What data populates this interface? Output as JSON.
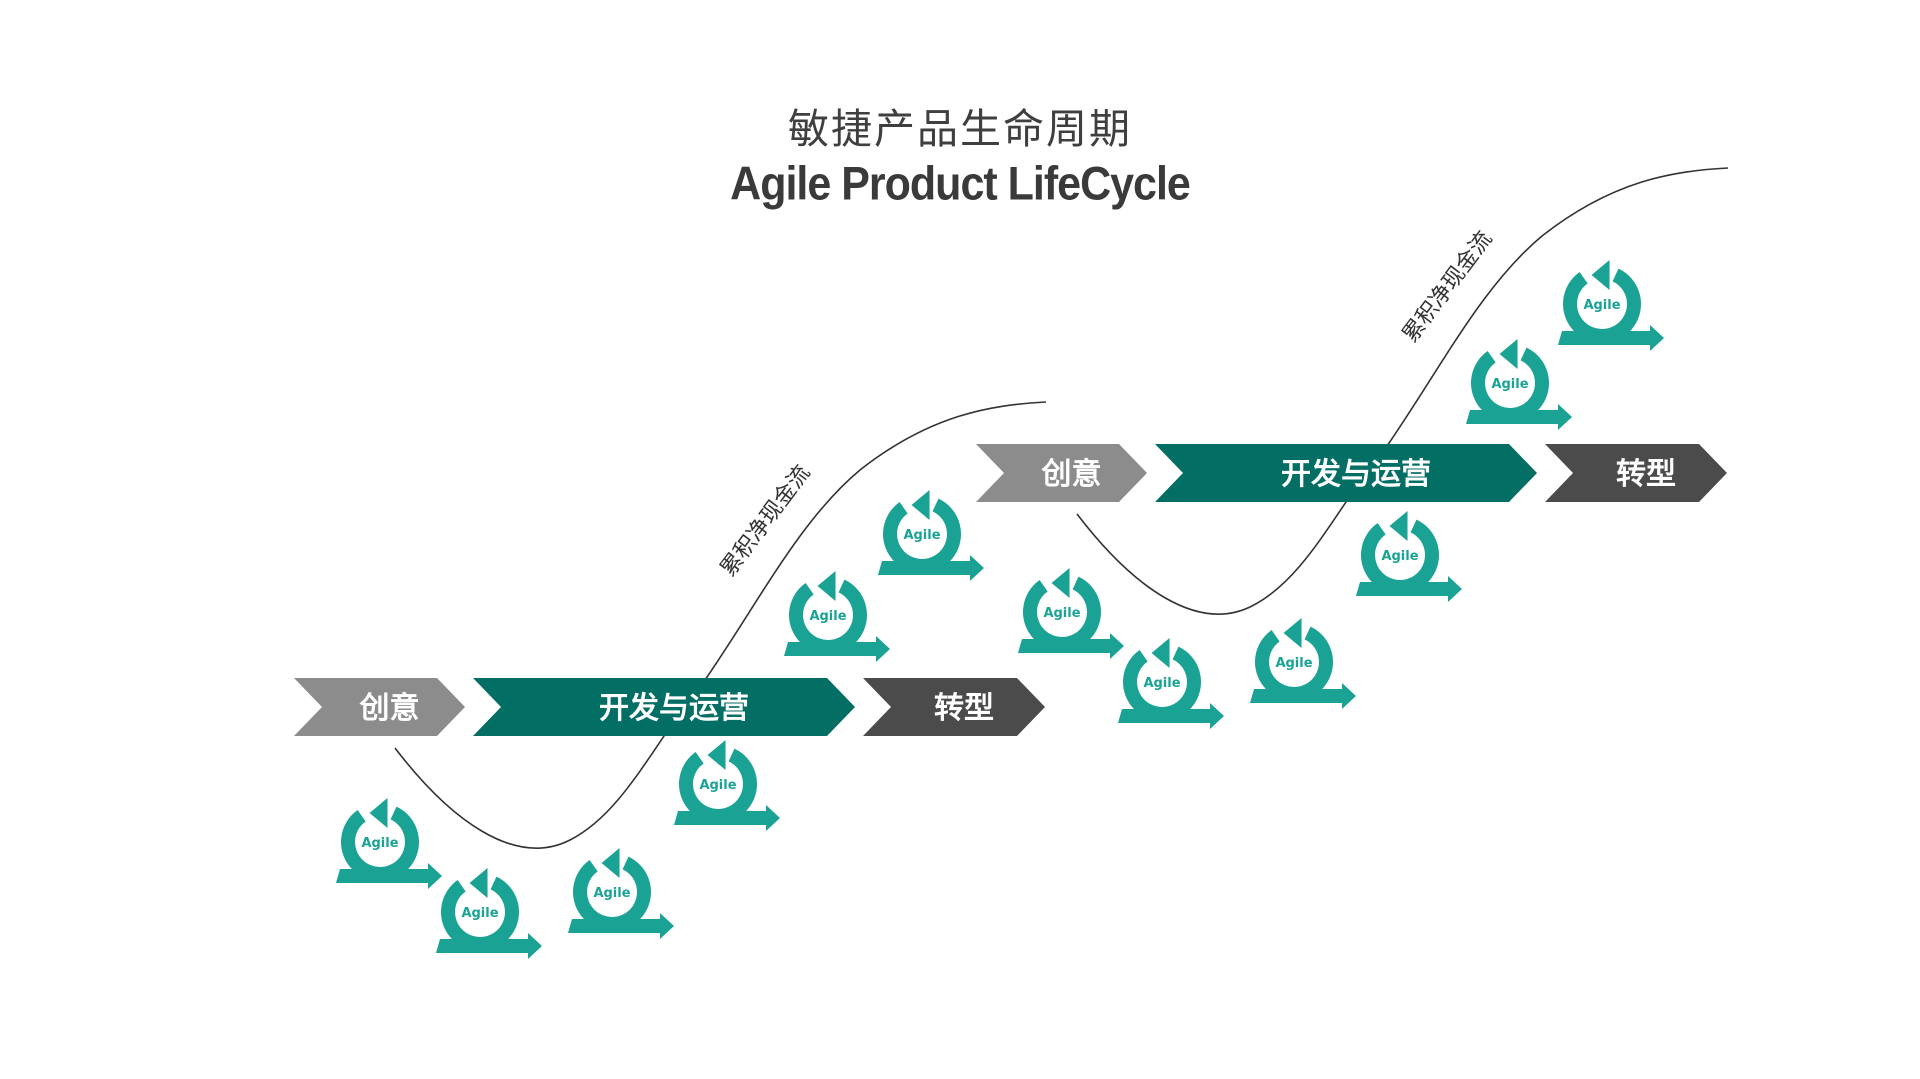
{
  "title": {
    "cn": "敏捷产品生命周期",
    "en": "Agile Product LifeCycle"
  },
  "colors": {
    "idea": "#8c8c8c",
    "dev": "#036e64",
    "transform": "#4b4b4b",
    "agile": "#1aa394",
    "curve": "#333333",
    "title": "#3f3f3f"
  },
  "cycles": [
    {
      "stages": [
        "创意",
        "开发与运营",
        "转型"
      ],
      "curve_label": "累积净现金流",
      "agile_labels": [
        "Agile",
        "Agile",
        "Agile",
        "Agile",
        "Agile",
        "Agile"
      ]
    },
    {
      "stages": [
        "创意",
        "开发与运营",
        "转型"
      ],
      "curve_label": "累积净现金流",
      "agile_labels": [
        "Agile",
        "Agile",
        "Agile",
        "Agile",
        "Agile",
        "Agile"
      ]
    }
  ]
}
